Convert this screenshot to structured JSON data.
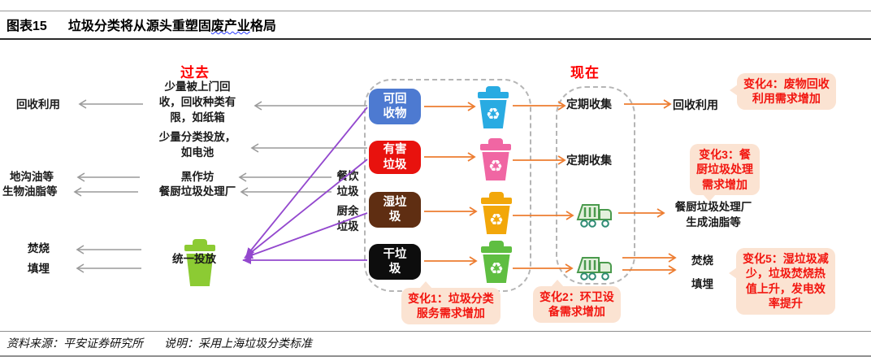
{
  "title": {
    "tag": "图表15",
    "main_pre": "垃圾分类将从源头重塑固",
    "main_wavy": "废产业",
    "main_post": "格局"
  },
  "headers": {
    "past": "过去",
    "now": "现在"
  },
  "past_column": {
    "recycle_use": "回收利用",
    "gutter_oil": "地沟油等",
    "bio_grease": "生物油脂等",
    "incinerate": "焚烧",
    "landfill": "填埋",
    "door_recycle_note": "少量被上门回\n收，回收种类有\n限，如纸箱",
    "sorted_drop_note": "少量分类投放，\n如电池",
    "black_workshop": "黑作坊",
    "kitchen_waste_plant": "餐厨垃圾处理厂",
    "unified_drop": "统一投放"
  },
  "stream_labels": {
    "restaurant_waste": "餐饮\n垃圾",
    "kitchen_waste": "厨余\n垃圾"
  },
  "categories": {
    "recyclable": {
      "label": "可回\n收物",
      "box_color": "#4d7ad1",
      "bin_color": "#29abe2"
    },
    "hazardous": {
      "label": "有害\n垃圾",
      "box_color": "#e8120e",
      "bin_color": "#f066a3"
    },
    "wet": {
      "label": "湿垃\n圾",
      "box_color": "#5f2e12",
      "bin_color": "#f2a70a"
    },
    "dry": {
      "label": "干垃\n圾",
      "box_color": "#0d0d0d",
      "bin_color": "#5fbe41"
    }
  },
  "now_column": {
    "collect_1": "定期收集",
    "collect_2": "定期收集",
    "recycle_use": "回收利用",
    "kitchen_plant_note": "餐厨垃圾处理厂\n生成油脂等",
    "incinerate": "焚烧",
    "landfill": "填埋"
  },
  "callouts": {
    "c1": "变化1：垃圾分类\n服务需求增加",
    "c2": "变化2：环卫设\n备需求增加",
    "c3": "变化3：餐\n厨垃圾处理\n需求增加",
    "c4": "变化4：废物回收\n利用需求增加",
    "c5": "变化5：湿垃圾减\n少，垃圾焚烧热\n值上升，发电效\n率提升"
  },
  "footer": {
    "source": "资料来源：平安证券研究所",
    "note": "说明：采用上海垃圾分类标准"
  },
  "icons": {
    "recycle_glyph": "♻",
    "bin": "trash-bin",
    "truck": "garbage-truck"
  },
  "colors": {
    "arrow_orange": "#ed7d31",
    "arrow_purple": "#9348ce",
    "arrow_gray": "#9a9a9a",
    "callout_bg": "#fbe3d2",
    "callout_text": "#f2150f",
    "header_red": "#fe0000",
    "unified_bin_green": "#8ccb33",
    "truck_green": "#4a9a4d",
    "title_wavy_underline": "#2b3cff"
  }
}
